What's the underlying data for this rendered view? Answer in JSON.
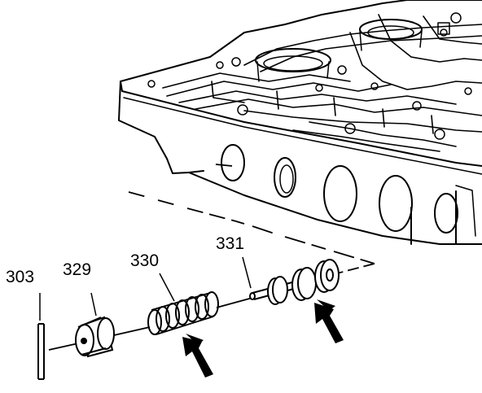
{
  "colors": {
    "ink": "#000000",
    "paper": "#ffffff"
  },
  "callouts": {
    "item_303": "303",
    "item_329": "329",
    "item_330": "330",
    "item_331": "331"
  },
  "icons": {
    "assembly_arrows": [
      "up-right-arrow-icon",
      "up-right-arrow-icon"
    ]
  }
}
